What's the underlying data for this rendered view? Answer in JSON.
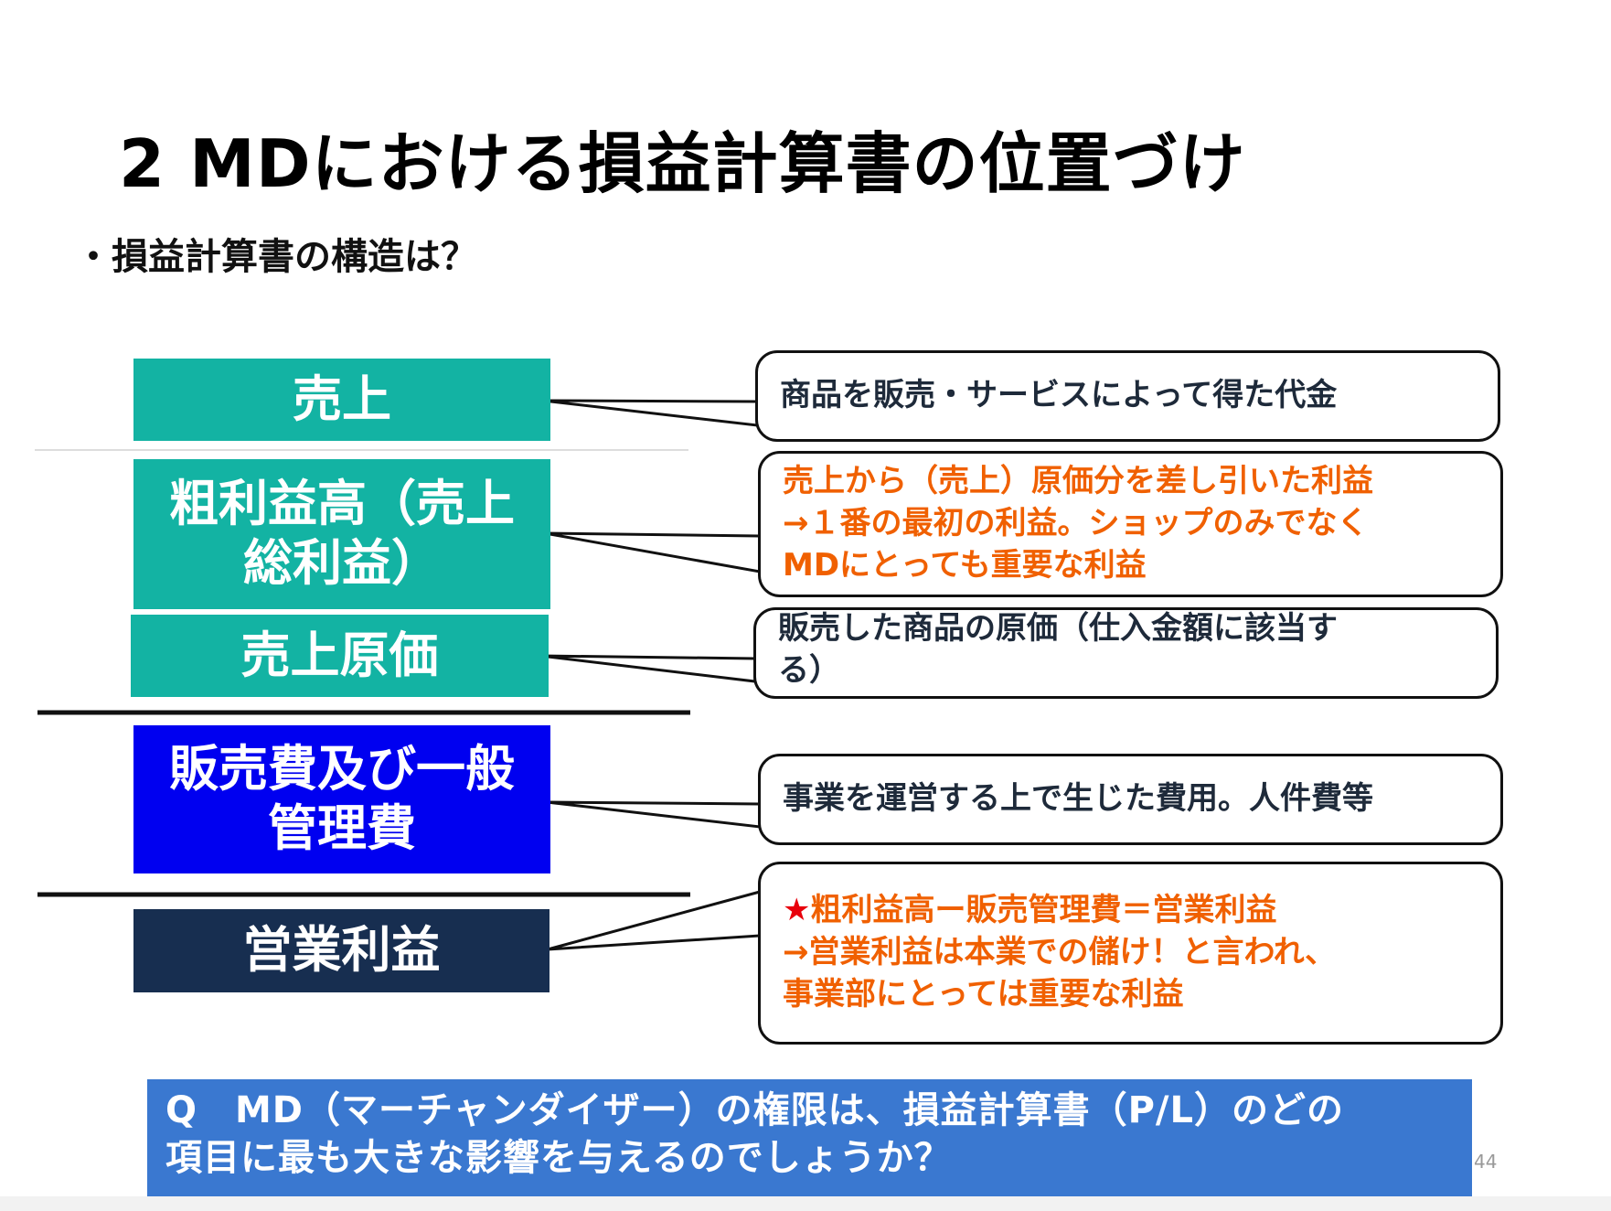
{
  "slide": {
    "title": "2 MDにおける損益計算書の位置づけ",
    "subtitle": "・損益計算書の構造は？",
    "items": [
      {
        "label_lines": [
          "売上"
        ],
        "color": "#13b3a3"
      },
      {
        "label_lines": [
          "粗利益高（売上",
          "総利益）"
        ],
        "color": "#13b3a3"
      },
      {
        "label_lines": [
          "売上原価"
        ],
        "color": "#13b3a3"
      },
      {
        "label_lines": [
          "販売費及び一般",
          "管理費"
        ],
        "color": "#0000f0"
      },
      {
        "label_lines": [
          "営業利益"
        ],
        "color": "#172e50"
      }
    ],
    "callouts": [
      {
        "lines": [
          "商品を販売・サービスによって得た代金"
        ],
        "color": "#1e2a3a"
      },
      {
        "lines": [
          "売上から（売上）原価分を差し引いた利益",
          "→１番の最初の利益。ショップのみでなく",
          "MDにとっても重要な利益"
        ],
        "color": "#f06000"
      },
      {
        "lines": [
          "販売した商品の原価（仕入金額に該当す",
          "る）"
        ],
        "color": "#1e2a3a"
      },
      {
        "lines": [
          "事業を運営する上で生じた費用。人件費等"
        ],
        "color": "#1e2a3a"
      },
      {
        "star": "★",
        "lines": [
          "粗利益高ー販売管理費＝営業利益",
          "→営業利益は本業での儲け！と言われ、",
          "事業部にとっては重要な利益"
        ],
        "color": "#f06000"
      }
    ],
    "question": {
      "line1": "Q　MD（マーチャンダイザー）の権限は、損益計算書（P/L）のどの",
      "line2": "項目に最も大きな影響を与えるのでしょうか？"
    },
    "page_number": "44"
  }
}
